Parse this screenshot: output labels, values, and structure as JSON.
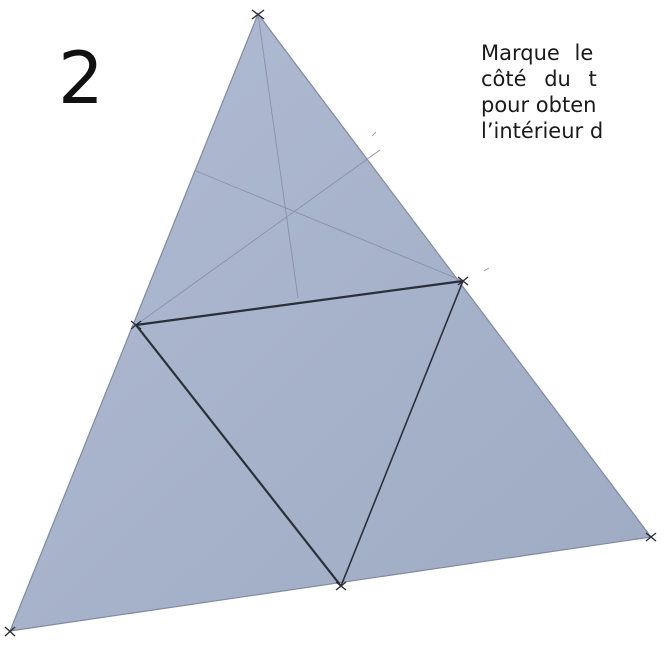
{
  "step": {
    "number": "2"
  },
  "instructions": {
    "lines": [
      "Marque le",
      "côté du t",
      "pour obten",
      "l’intérieur d"
    ]
  },
  "colors": {
    "paper": "#a9b4cc",
    "paper_edge": "#9aa6c0",
    "pencil_line": "#2a2f3a",
    "light_line": "#7f8aa2",
    "text": "#1a1a1a"
  }
}
